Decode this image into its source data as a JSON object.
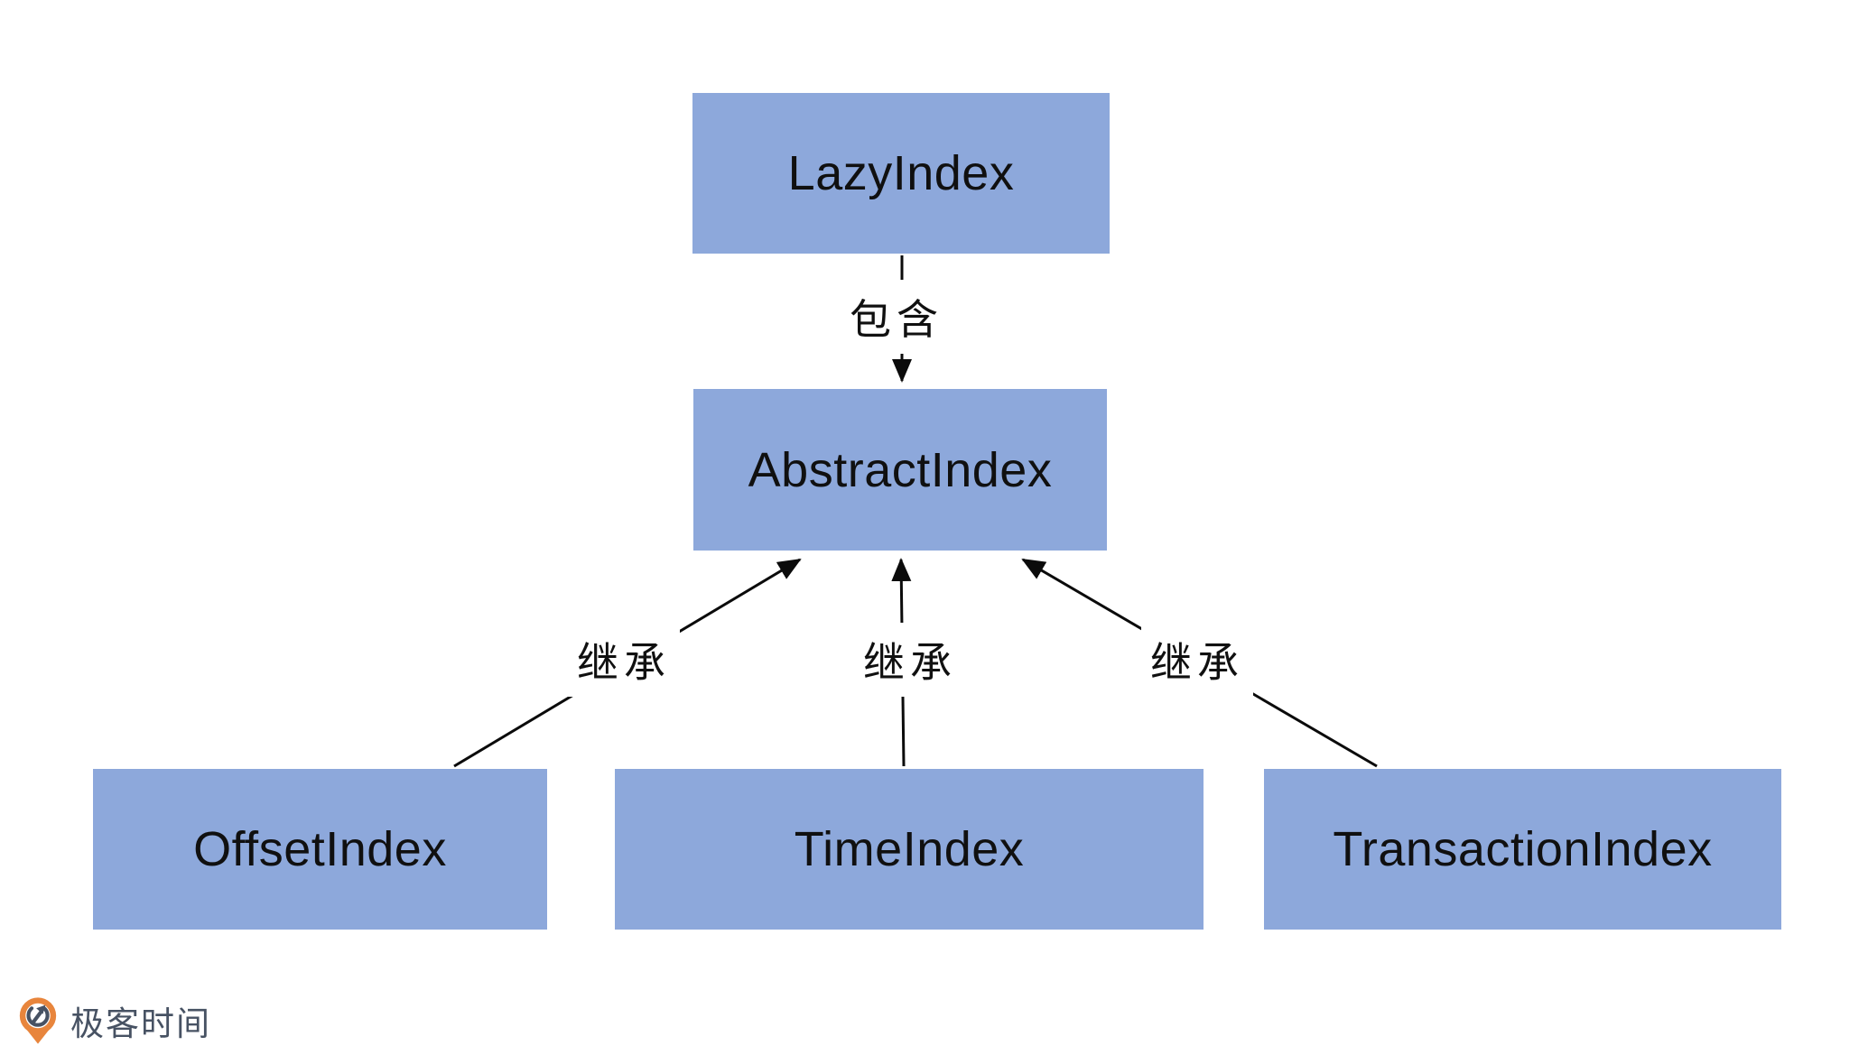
{
  "diagram": {
    "nodes": [
      {
        "id": "lazy",
        "label": "LazyIndex"
      },
      {
        "id": "abstract",
        "label": "AbstractIndex"
      },
      {
        "id": "offset",
        "label": "OffsetIndex"
      },
      {
        "id": "time",
        "label": "TimeIndex"
      },
      {
        "id": "transaction",
        "label": "TransactionIndex"
      }
    ],
    "edges": [
      {
        "from": "LazyIndex",
        "to": "AbstractIndex",
        "label": "包含",
        "type": "contains",
        "direction": "down"
      },
      {
        "from": "OffsetIndex",
        "to": "AbstractIndex",
        "label": "继承",
        "type": "inherits",
        "direction": "up"
      },
      {
        "from": "TimeIndex",
        "to": "AbstractIndex",
        "label": "继承",
        "type": "inherits",
        "direction": "up"
      },
      {
        "from": "TransactionIndex",
        "to": "AbstractIndex",
        "label": "继承",
        "type": "inherits",
        "direction": "up"
      }
    ]
  },
  "branding": {
    "logo_text": "极客时间"
  },
  "colors": {
    "node_fill": "#8DA8DB",
    "edge_color": "#0B0B0B",
    "node_text": "#101010",
    "logo_orange": "#E8853C",
    "logo_text": "#475263",
    "background": "#FFFFFF"
  }
}
